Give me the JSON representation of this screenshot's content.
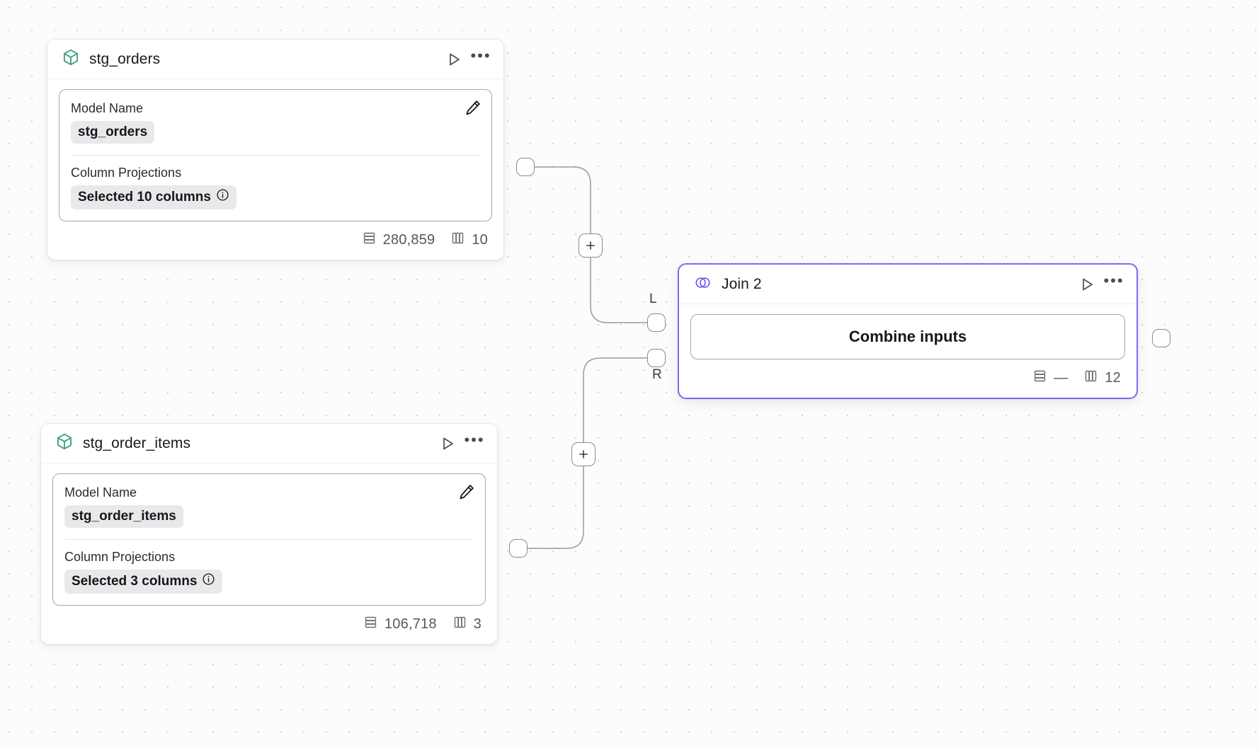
{
  "canvas": {
    "background_color": "#fcfcfc",
    "dot_color": "#d4d4d8",
    "accent_color": "#7c6cf6"
  },
  "nodes": [
    {
      "id": "stg_orders",
      "type": "model",
      "title": "stg_orders",
      "icon": "cube-icon",
      "icon_color": "#3ea37a",
      "run_label": "Run",
      "menu_label": "•••",
      "fields": {
        "model_name_label": "Model Name",
        "model_name_value": "stg_orders",
        "column_projections_label": "Column Projections",
        "column_projections_value": "Selected 10 columns"
      },
      "footer": {
        "rows": "280,859",
        "columns": "10"
      }
    },
    {
      "id": "stg_order_items",
      "type": "model",
      "title": "stg_order_items",
      "icon": "cube-icon",
      "icon_color": "#3ea37a",
      "run_label": "Run",
      "menu_label": "•••",
      "fields": {
        "model_name_label": "Model Name",
        "model_name_value": "stg_order_items",
        "column_projections_label": "Column Projections",
        "column_projections_value": "Selected 3 columns"
      },
      "footer": {
        "rows": "106,718",
        "columns": "3"
      }
    },
    {
      "id": "join_2",
      "type": "join",
      "title": "Join 2",
      "icon": "venn-diagram-icon",
      "icon_color": "#5b4cf0",
      "selected": true,
      "run_label": "Run",
      "menu_label": "•••",
      "action_button": "Combine inputs",
      "input_ports": [
        {
          "label": "L",
          "name": "left-input-port"
        },
        {
          "label": "R",
          "name": "right-input-port"
        }
      ],
      "footer": {
        "rows": "—",
        "columns": "12"
      }
    }
  ],
  "edges": [
    {
      "id": "edge-orders-to-left",
      "from": "stg_orders",
      "to": "join_2_left",
      "add_label": "+"
    },
    {
      "id": "edge-order-items-to-right",
      "from": "stg_order_items",
      "to": "join_2_right",
      "add_label": "+"
    }
  ]
}
